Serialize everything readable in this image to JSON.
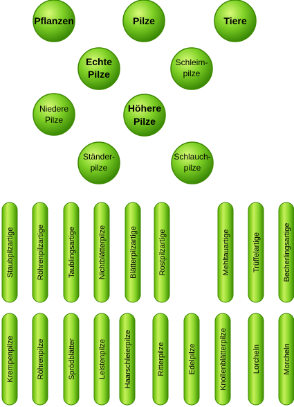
{
  "circles": {
    "pflanzen": [
      "Pflanzen"
    ],
    "pilze": [
      "Pilze"
    ],
    "tiere": [
      "Tiere"
    ],
    "echte_pilze": [
      "Echte",
      "Pilze"
    ],
    "schleimpilze": [
      "Schleim-",
      "pilze"
    ],
    "niedere_pilze": [
      "Niedere",
      "Pilze"
    ],
    "hoehere_pilze": [
      "Höhere",
      "Pilze"
    ],
    "staenderpilze": [
      "Ständer-",
      "pilze"
    ],
    "schlauchpilze": [
      "Schlauch-",
      "pilze"
    ]
  },
  "upper_pills": [
    "Staubpilzartige",
    "Röhrenpilzartige",
    "Taublingsartige",
    "Nichtblätterpilze",
    "Blätterpilzartige",
    "Rostpilzartige",
    "Mehltauartige",
    "Trüffelartige",
    "Becherlingsartige"
  ],
  "lower_pills": [
    "Krempenpilze",
    "Röhrenpilze",
    "Sprödblätter",
    "Leistenpilze",
    "Haarschleierpilze",
    "Ritterpilze",
    "Edelpilze",
    "Knollenblätterpilze",
    "Lorcheln",
    "Morcheln"
  ],
  "colors": {
    "node_light": "#c8f060",
    "node_mid": "#66c21a",
    "node_dark": "#2f7d00",
    "pipe_light": "#d8f870",
    "pipe_dark": "#58b000"
  }
}
